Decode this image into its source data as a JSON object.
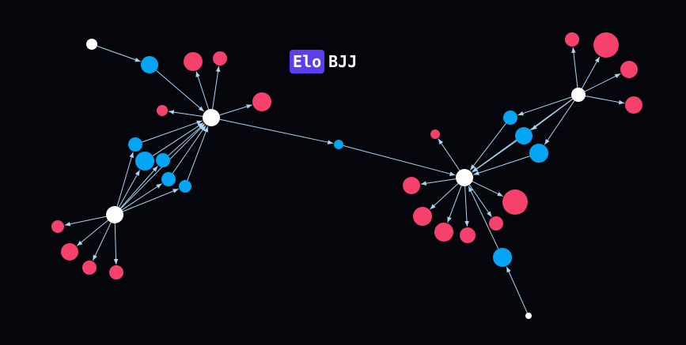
{
  "logo": {
    "badge": "Elo",
    "text": "BJJ"
  },
  "colors": {
    "background": "#05050c",
    "hub": "#ffffff",
    "blue": "#05a5f5",
    "red": "#f5416c",
    "edge": "#a9d7f2",
    "badge": "#5c3df0"
  },
  "graph": {
    "node_groups": [
      "hub",
      "blue",
      "red"
    ],
    "edge_style": "directed-arrow"
  }
}
